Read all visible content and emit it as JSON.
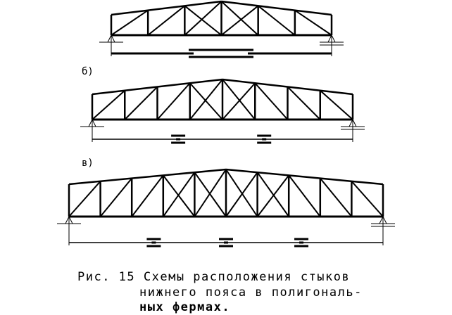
{
  "figure": {
    "labels": {
      "b": "б)",
      "v": "в)"
    },
    "caption": {
      "line1": "Рис. 15 Схемы расположения стыков",
      "line2": "нижнего пояса в полигональ-",
      "line3": "ных фермах."
    },
    "trusses": [
      {
        "id": "a",
        "panels": 6,
        "cross_panels": [
          3,
          4
        ],
        "joints": 1
      },
      {
        "id": "b",
        "panels": 8,
        "cross_panels": [
          4,
          5
        ],
        "joints": 2
      },
      {
        "id": "v",
        "panels": 10,
        "cross_panels": [
          4,
          5,
          6,
          7
        ],
        "joints": 3
      }
    ],
    "line_color": "#000000"
  }
}
